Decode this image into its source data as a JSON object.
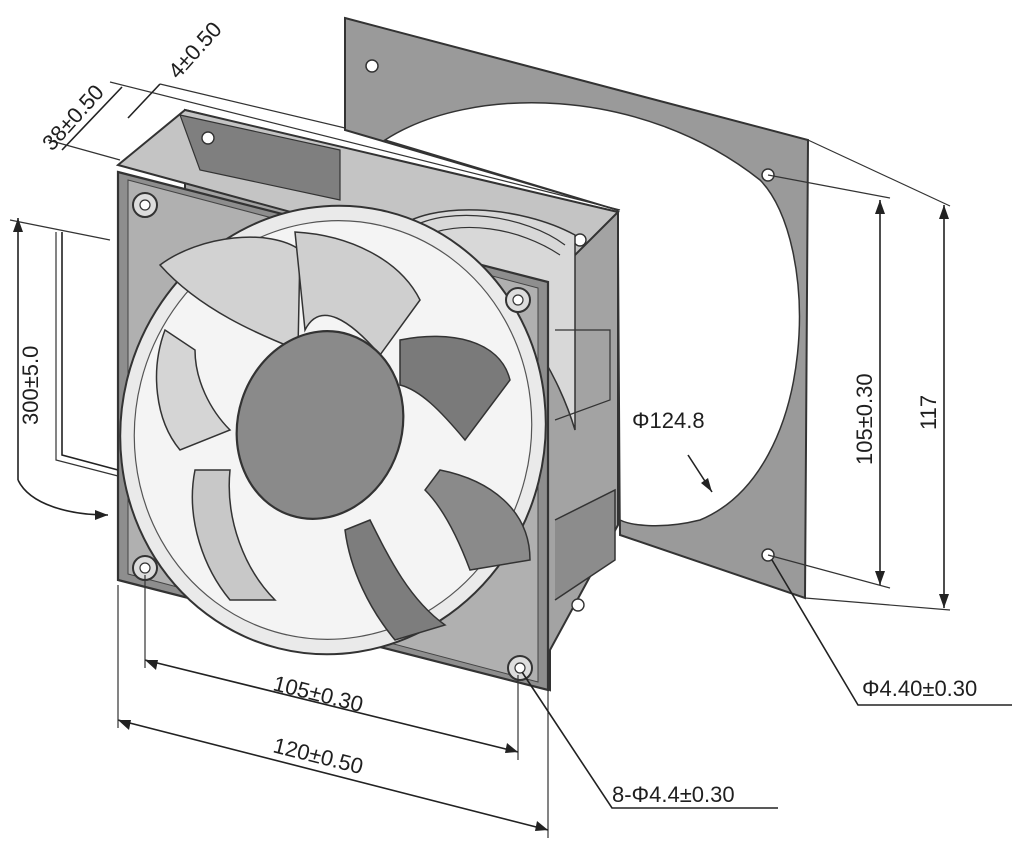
{
  "dimensions": {
    "depth": "38±0.50",
    "flange_thickness": "4±0.50",
    "lead_length": "300±5.0",
    "hole_spacing_vertical": "105±0.30",
    "outer_height": "117",
    "venturi_diameter": "Φ124.8",
    "rear_hole_diameter": "Φ4.40±0.30",
    "hole_spacing_horizontal": "105±0.30",
    "outer_width": "120±0.50",
    "front_holes": "8-Φ4.4±0.30"
  },
  "colors": {
    "frame": "#8e8e8e",
    "frame_light": "#b5b5b5",
    "blade_light": "#d2d2d2",
    "blade_dark": "#7a7a7a",
    "hub": "#8a8a8a",
    "rear_plate": "#9a9a9a",
    "line": "#222222"
  }
}
